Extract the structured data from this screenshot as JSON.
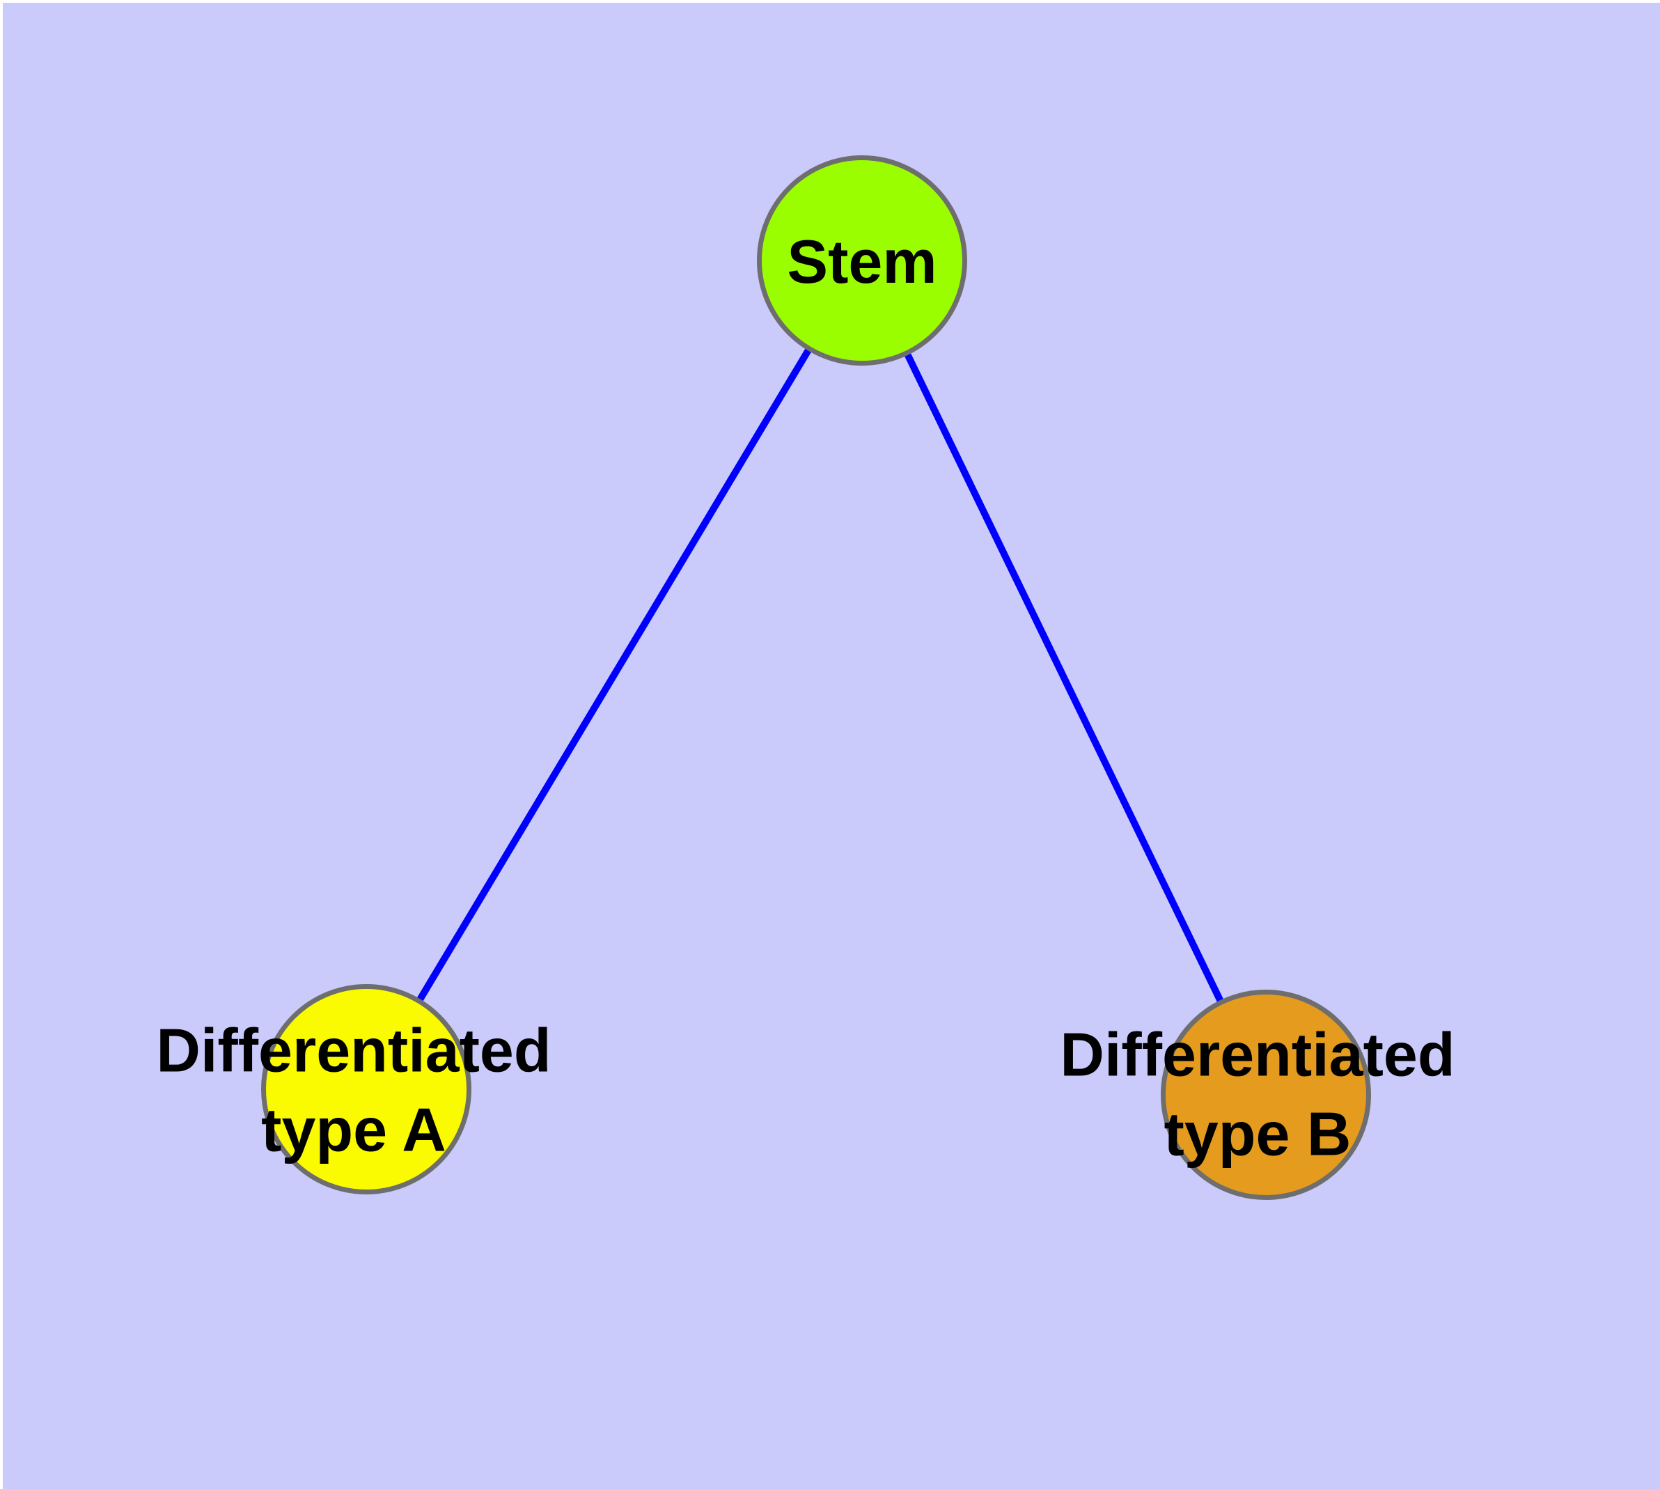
{
  "diagram": {
    "type": "node-link-graph",
    "background_color": "#cacafb",
    "edge_color": "#0000ff",
    "node_border_color": "#6e6e6e",
    "text_color": "#000000",
    "nodes": [
      {
        "id": "stem",
        "label": "Stem",
        "fill_color": "#9afe00"
      },
      {
        "id": "type-a",
        "label": "Differentiated\ntype A",
        "fill_color": "#fafa00"
      },
      {
        "id": "type-b",
        "label": "Differentiated\ntype B",
        "fill_color": "#e49b1e"
      }
    ],
    "edges": [
      {
        "from": "Stem",
        "to": "Differentiated type A"
      },
      {
        "from": "Stem",
        "to": "Differentiated type B"
      }
    ]
  }
}
